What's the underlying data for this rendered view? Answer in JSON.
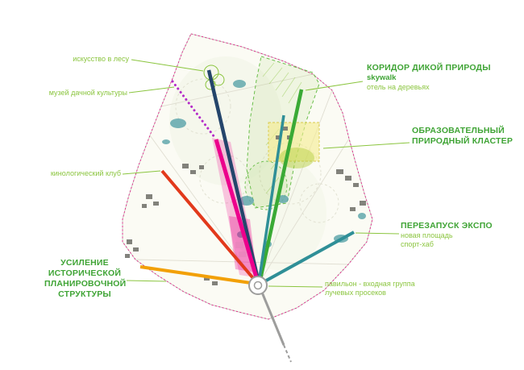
{
  "map": {
    "annotations": {
      "art_forest": "искусство в лесу",
      "museum": "музей дачной культуры",
      "cynology_club": "кинологический клуб",
      "wild_corridor": {
        "title": "КОРИДОР ДИКОЙ ПРИРОДЫ",
        "items": [
          "skywalk",
          "отель на деревьях"
        ]
      },
      "edu_cluster": {
        "lines": [
          "ОБРАЗОВАТЕЛЬНЫЙ",
          "ПРИРОДНЫЙ КЛАСТЕР"
        ]
      },
      "expo": {
        "title": "ПЕРЕЗАПУСК ЭКСПО",
        "items": [
          "новая площадь",
          "спорт-хаб"
        ]
      },
      "strengthening": {
        "lines": [
          "УСИЛЕНИЕ",
          "ИСТОРИЧЕСКОЙ",
          "ПЛАНИРОВОЧНОЙ",
          "СТРУКТУРЫ"
        ]
      },
      "pavilion": {
        "lines": [
          "павильон - входная группа",
          "лучевых просеков"
        ]
      }
    },
    "palette": {
      "label_green": "#8bc53f",
      "heading_green": "#3fa435",
      "ray_navy": "#24456b",
      "ray_green": "#3aaa35",
      "ray_teal": "#2f8f97",
      "ray_pink": "#ec008c",
      "ray_red": "#e2391b",
      "ray_orange": "#f2a007",
      "ray_purple_dotted": "#b42cc8",
      "axis_grey": "#9d9d9c",
      "boundary_dashed_pink": "#e6007e"
    }
  }
}
